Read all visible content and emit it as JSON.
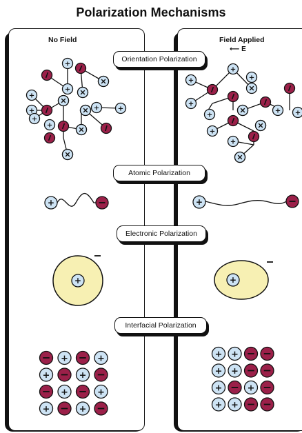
{
  "title": "Polarization Mechanisms",
  "panels": {
    "left_title": "No Field",
    "right_title": "Field Applied",
    "field_label": "E"
  },
  "mechanisms": [
    {
      "label": "Orientation Polarization"
    },
    {
      "label": "Atomic Polarization"
    },
    {
      "label": "Electronic Polarization"
    },
    {
      "label": "Interfacial Polarization"
    }
  ],
  "symbols": {
    "plus": "+",
    "minus": "−"
  },
  "colors": {
    "positive_fill": "#cde3f4",
    "negative_fill": "#9b2049",
    "electron_cloud": "#f7f0b3",
    "outline": "#111111"
  }
}
